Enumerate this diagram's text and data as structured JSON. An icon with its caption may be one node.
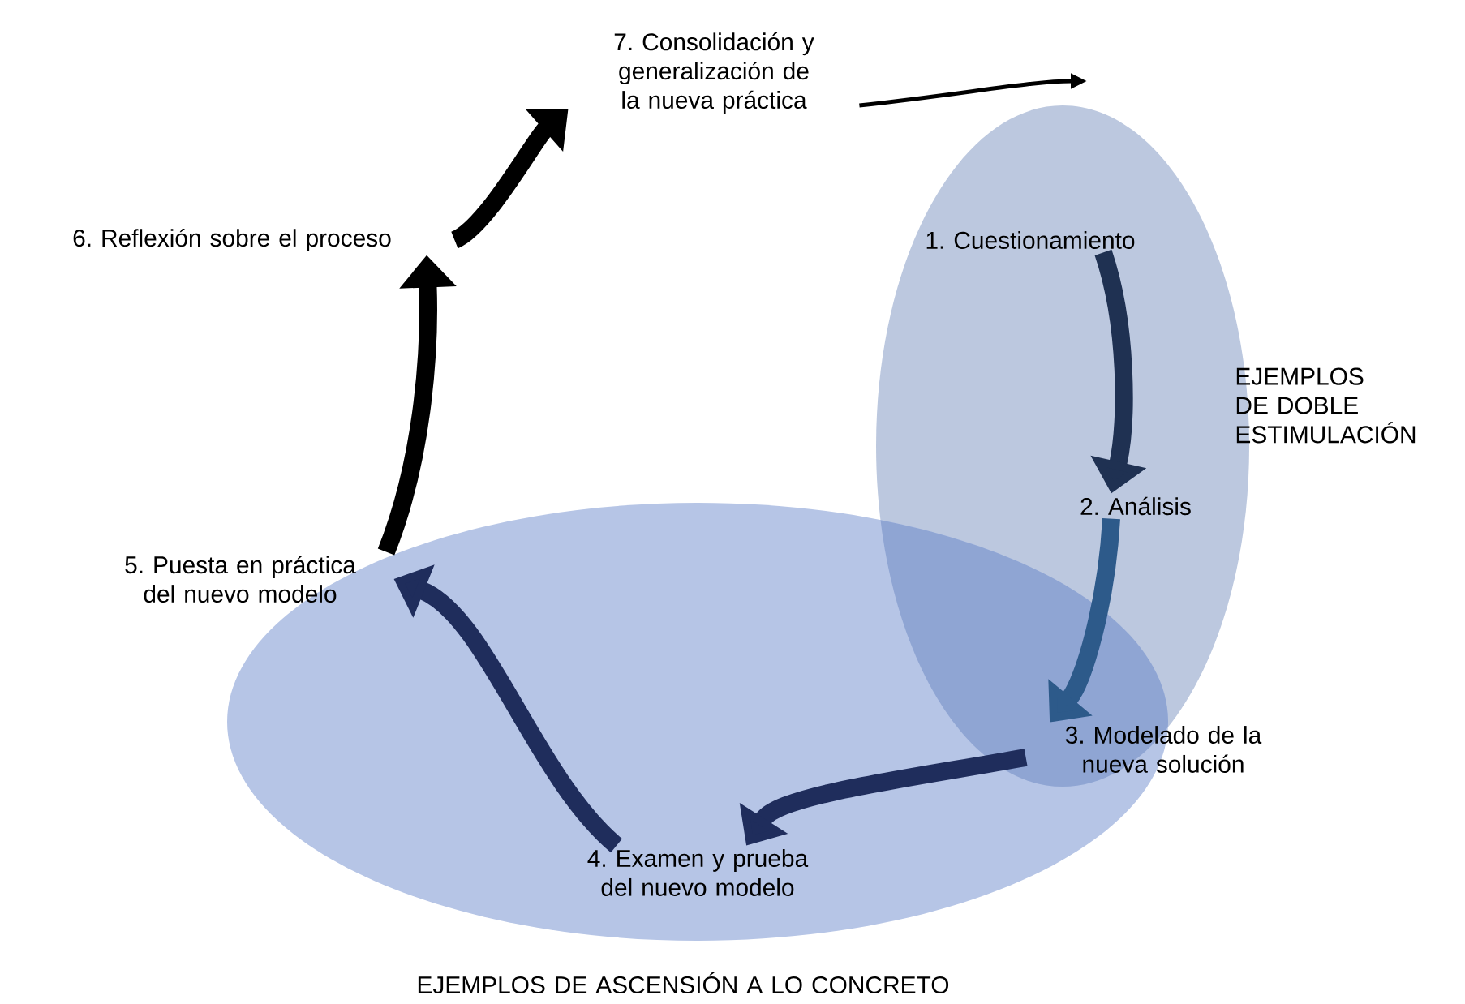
{
  "diagram": {
    "nodes": [
      {
        "text": [
          "EJEMPLOS DE DOBLE ESTIMULACIÓN"
        ]
      },
      {
        "text": [
          "EJEMPLOS DE ASCENSIÓN A LO CONCRETO"
        ]
      },
      {
        "text": [
          "1. Cuestionamiento"
        ],
        "in": 0
      },
      {
        "text": [
          "2. Análisis"
        ],
        "in": 0
      },
      {
        "text": [
          "3. Modelado de la nueva solución"
        ]
      },
      {
        "text": [
          "4. Examen y prueba del nuevo modelo"
        ],
        "in": 1
      },
      {
        "text": [
          "5. Puesta en práctica del nuevo modelo"
        ]
      },
      {
        "text": [
          "6. Reflexión sobre el proceso"
        ]
      },
      {
        "text": [
          "7. Consolidación y generalización de la nueva práctica"
        ]
      }
    ],
    "edges": [
      {
        "from": 2,
        "to": 3,
        "arrow": "to",
        "color": "#1f3152"
      },
      {
        "from": 3,
        "to": 4,
        "arrow": "to",
        "color": "#2d5a8a"
      },
      {
        "from": 4,
        "to": 5,
        "arrow": "to",
        "color": "#1f2d5c"
      },
      {
        "from": 5,
        "to": 6,
        "arrow": "to",
        "color": "#1f2d5c"
      },
      {
        "from": 6,
        "to": 7,
        "arrow": "to",
        "color": "#000000"
      },
      {
        "from": 7,
        "to": 8,
        "arrow": "to",
        "color": "#000000"
      },
      {
        "from": 8,
        "to": null,
        "arrow": "to",
        "color": "#000000"
      }
    ]
  }
}
